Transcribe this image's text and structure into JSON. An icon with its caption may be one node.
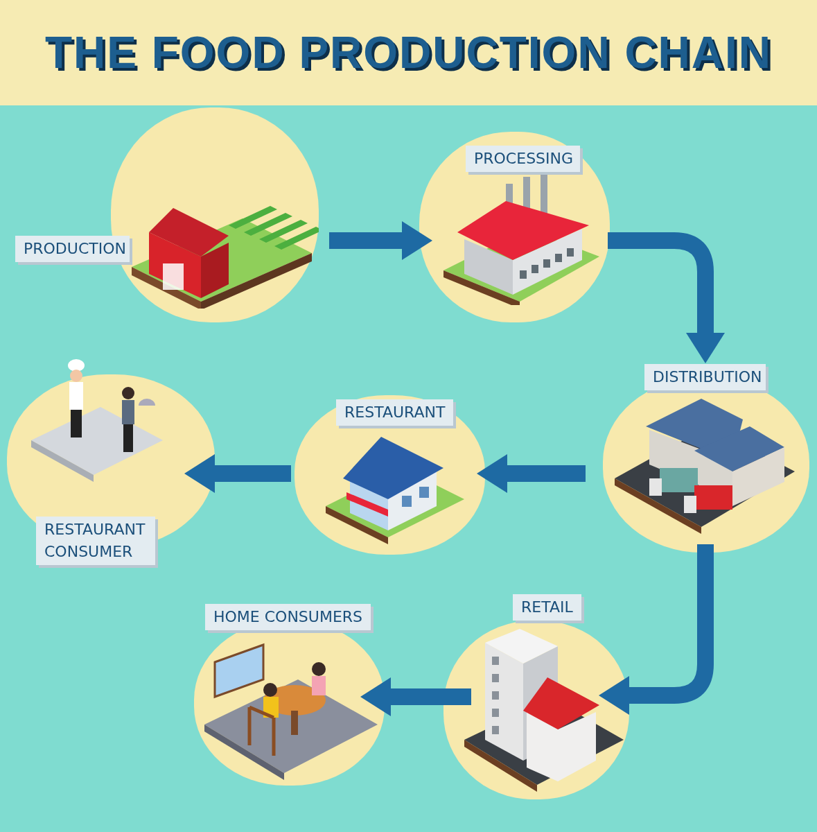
{
  "diagram": {
    "title": "THE FOOD PRODUCTION CHAIN",
    "nodes": [
      {
        "text": [
          "PRODUCTION"
        ]
      },
      {
        "text": [
          "PROCESSING"
        ]
      },
      {
        "text": [
          "DISTRIBUTION"
        ]
      },
      {
        "text": [
          "RESTAURANT"
        ]
      },
      {
        "text": [
          "RESTAURANT CONSUMER"
        ]
      },
      {
        "text": [
          "RETAIL"
        ]
      },
      {
        "text": [
          "HOME CONSUMERS"
        ]
      }
    ],
    "edges": [
      {
        "from": 0,
        "to": 1,
        "arrow": "to"
      },
      {
        "from": 1,
        "to": 2,
        "arrow": "to"
      },
      {
        "from": 2,
        "to": 3,
        "arrow": "to"
      },
      {
        "from": 3,
        "to": 4,
        "arrow": "to"
      },
      {
        "from": 2,
        "to": 5,
        "arrow": "to"
      },
      {
        "from": 5,
        "to": 6,
        "arrow": "to"
      }
    ]
  }
}
